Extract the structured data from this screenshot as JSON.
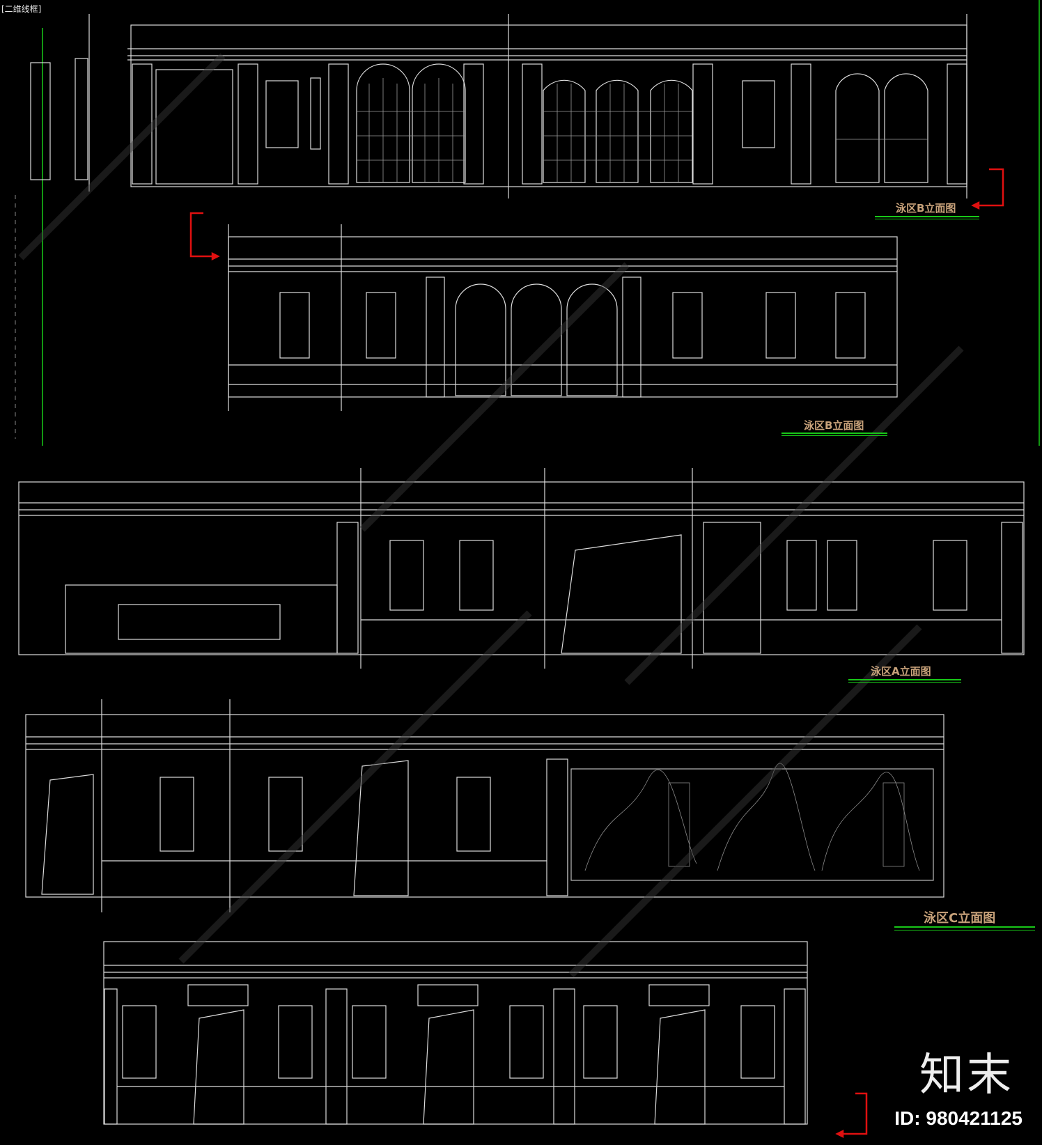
{
  "viewport": {
    "label": "[二维线框]"
  },
  "drawings": [
    {
      "title": "泳区B立面图"
    },
    {
      "title": "泳区B立面图"
    },
    {
      "title": "泳区A立面图"
    },
    {
      "title": "泳区C立面图"
    }
  ],
  "watermark": {
    "brand": "知末",
    "id_text": "ID: 980421125"
  },
  "colors": {
    "background": "#000000",
    "linework": "#dcdcdc",
    "title": "#c8a27a",
    "underline": "#18c818",
    "section_marker": "#e01010",
    "guide": "#18c818"
  }
}
